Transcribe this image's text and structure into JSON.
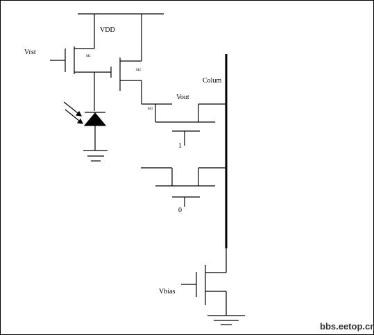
{
  "labels": {
    "vrst": "Vrst",
    "vdd": "VDD",
    "vout": "Vout",
    "column": "Colum",
    "row1": "1",
    "row0": "0",
    "vbias": "Vbias",
    "m1": "M1",
    "m2": "M2",
    "m3": "M3"
  },
  "watermark": "bbs.eetop.cn",
  "colors": {
    "line": "#000000",
    "background": "#ffffff"
  }
}
